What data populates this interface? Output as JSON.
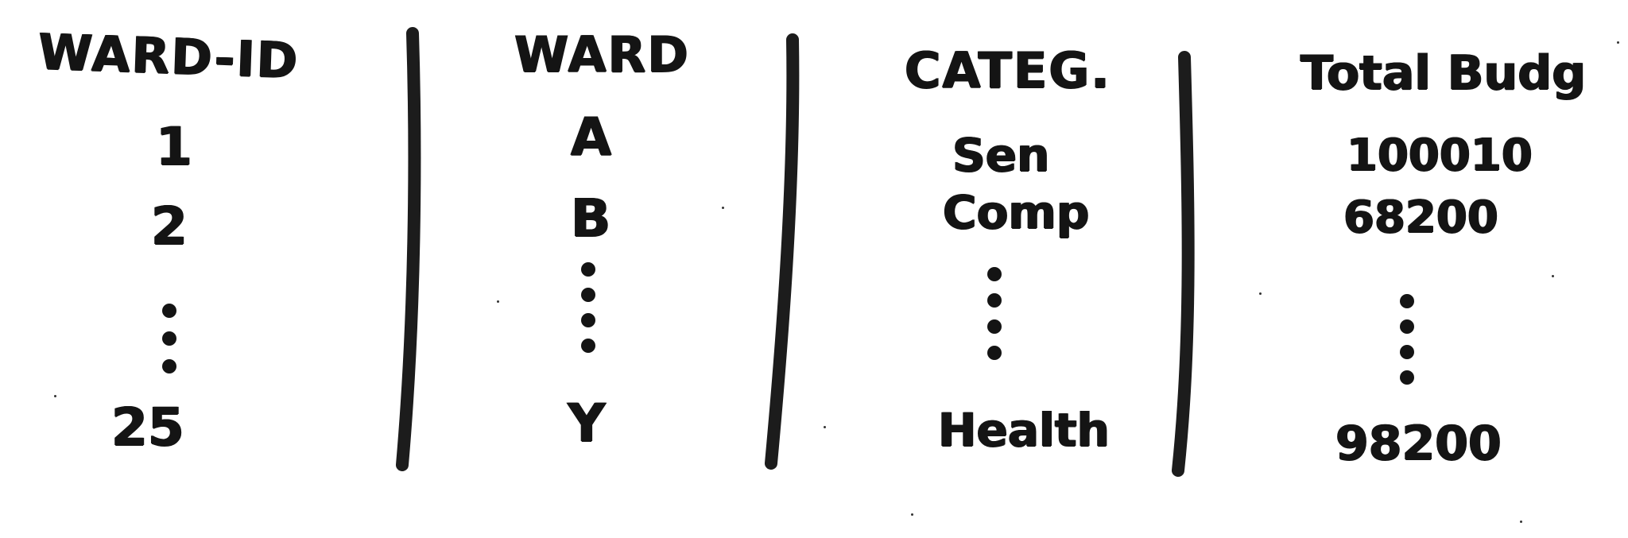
{
  "table": {
    "columns": [
      {
        "header": "WARD-ID",
        "values": [
          "1",
          "2",
          "25"
        ]
      },
      {
        "header": "WARD",
        "values": [
          "A",
          "B",
          "Y"
        ]
      },
      {
        "header": "CATEG.",
        "values": [
          "Sen",
          "Comp",
          "Health"
        ]
      },
      {
        "header": "Total Budg",
        "values": [
          "100010",
          "68200",
          "98200"
        ]
      }
    ],
    "ellipsis_icon": "vertical-ellipsis",
    "ink_color": "#141414",
    "background_color": "#ffffff"
  }
}
